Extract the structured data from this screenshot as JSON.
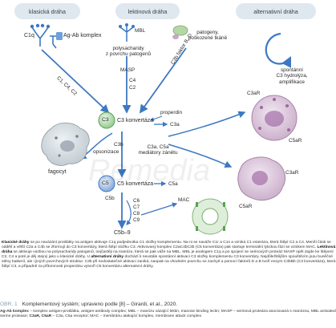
{
  "headers": {
    "classic": "klasická dráha",
    "lectin": "lektinová dráha",
    "alternative": "alternativní dráha"
  },
  "diagram": {
    "c1q": "C1q",
    "ag_ab": "Ag-Ab komplex",
    "mbl": "MBL",
    "polysacharides": [
      "polysacharidy",
      "z povrchu patogenů"
    ],
    "pathogens": [
      "patogeny,",
      "poškozené tkáně"
    ],
    "masp": "MASP",
    "c4": "C4",
    "c2": "C2",
    "c1c4c2": "C1, C4, C2",
    "c3b_factors": [
      "C3b",
      "faktor B, D"
    ],
    "spontaneous": [
      "spontánní",
      "C3 hydrolýza,",
      "amplifikace"
    ],
    "c3_circle": "C3",
    "c3_convertase": "C3 konvertáza",
    "properdin": "properdin",
    "c3a": "C3a",
    "c3b": "C3b",
    "opsonization": "opsonizace",
    "mediators": [
      "C3a, C5a",
      "mediátory zánětu"
    ],
    "phagocyte": "fagocyt",
    "c5_circle": "C5",
    "c5_convertase": "C5 konvertáza",
    "c5a": "C5a",
    "c5b": "C5b",
    "c6_c9": [
      "C6",
      "C7",
      "C8",
      "C9"
    ],
    "c3ar": "C3aR",
    "c5ar": "C5aR",
    "mac": "MAC",
    "c5b9": "C5b–9",
    "watermark": "Remedia"
  },
  "caption": {
    "p1_lead": "Klasické dráhy",
    "p1_text": " se po navázání protilátky na antigen aktivuje C1q podjednotka C1 složky komplementu. Na ni se naváže C1r a C1s a vzniká C1 esteráza, která štěpí C2 a C4. Menší části se oddělí a větší C2a a C4b se zformují do C3 konvertázy, která štěpí složku C3. Aktivovaný komplex C2aC4bC3b (C5 konvertáza) pak startuje terminální lytickou fázi se vznikem MAC. ",
    "p1_lead2": "Lektinová dráha",
    "p1_text2": " se aktivuje vazbou na polysacharidy patogenů, nejčastěji na manózu, která se pak váže na MBL. MBL je analogem C1q a po spojení se serinových proteáz MASP opět dojde ke štěpení C2, C4 a poté je děj stejný jako u klasické dráhy. U ",
    "p1_lead3": "alternativní dráhy",
    "p1_text3": " dochází k neustále spontánní aktivaci C3 složky komplementu C3 konvertázy. Nejdůležitějším spouštěcím jsou buněčné stěny bakterií, ale i jiných povrchových struktur. C3b při nedostatečné aktivaci zaniká, naopak na vhodném povrchu se zachytí a pomocí faktorů D a B tvoří enzym C3bBb (C3 konvertáza), která štěpí C3, a případně za přítomnosti properdinu vytvoří C5 konvertázu alternativní dráhy.",
    "fig_no": "OBR. 1",
    "fig_title": "Komplementový systém; upraveno podle [8] – Girardi, et al., 2020.",
    "abbr_lead": "Ag-Ab komplex",
    "abbr_text": " – komplex antigen-protilátka, antigen-antibody complex; MBL – manózu vázající lektin, manose binding lectin; MASP – serinová proteáza asociovaná s manózou, MBL activated serine protease; ",
    "abbr_lead2": "C3aR, C5aR",
    "abbr_text2": " – C3a, C5a receptor; MAC – membránu atakující komplex, membrane attack complex"
  }
}
